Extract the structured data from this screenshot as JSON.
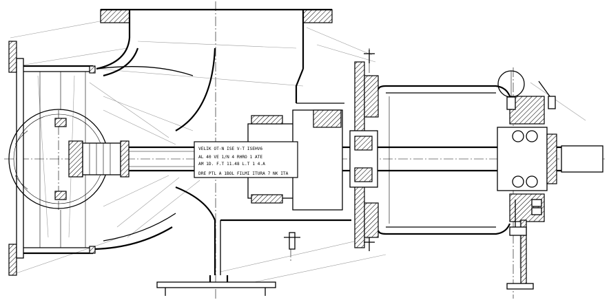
{
  "drawing": {
    "label_lines": [
      "VELIK OT-N  ISE V-T ISEHV6",
      "AL 40 VE 1/N 4 RHRO 1 ATE",
      "AM 1D. F.T  11.48 L.T 1 4.A",
      "DRE PTL A 1BOL FILMI ITURA 7 NK ITA"
    ]
  }
}
